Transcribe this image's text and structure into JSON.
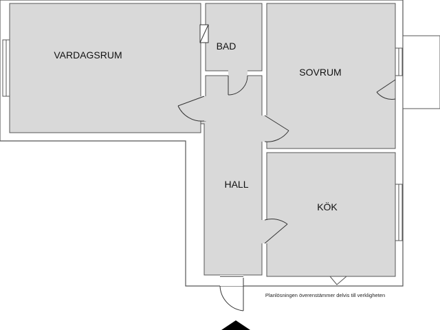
{
  "rooms": {
    "vardagsrum": "VARDAGSRUM",
    "bad": "BAD",
    "sovrum": "SOVRUM",
    "hall": "HALL",
    "kok": "KÖK"
  },
  "note": "Planlösningen överenstämmer delvis till verkligheten",
  "colors": {
    "wall": "#ffffff",
    "wall_edge": "#555555",
    "floor": "#d9d9d9",
    "door": "#333333",
    "north_arrow": "#000000"
  }
}
